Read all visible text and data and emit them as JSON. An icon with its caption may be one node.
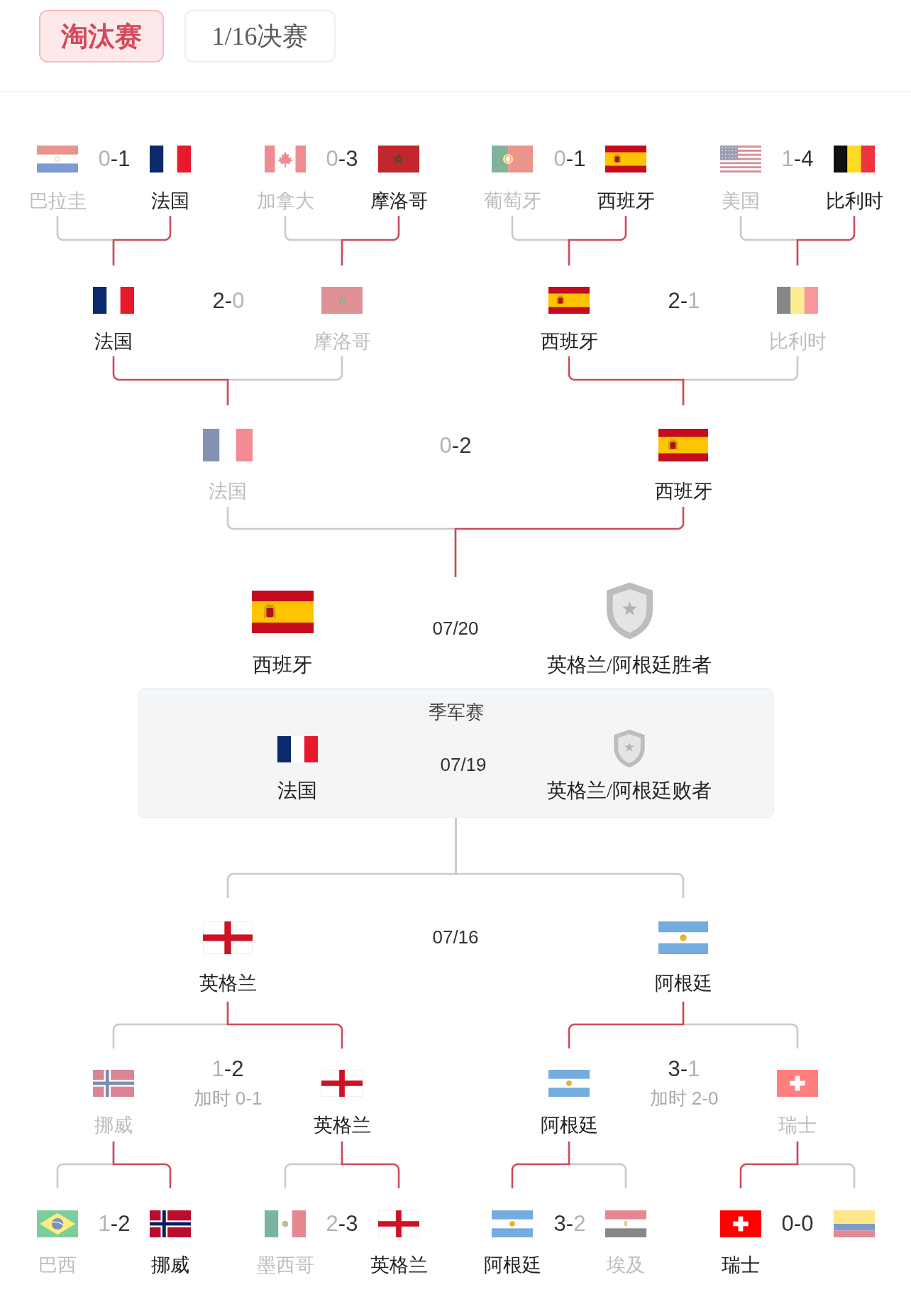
{
  "diagram": {
    "nodes": [
      {
        "text": [
          "巴拉圭"
        ]
      },
      {
        "text": [
          "法国"
        ]
      },
      {
        "text": [
          "加拿大"
        ]
      },
      {
        "text": [
          "摩洛哥"
        ]
      },
      {
        "text": [
          "葡萄牙"
        ]
      },
      {
        "text": [
          "西班牙"
        ]
      },
      {
        "text": [
          "美国"
        ]
      },
      {
        "text": [
          "比利时"
        ]
      },
      {
        "text": [
          "法国"
        ]
      },
      {
        "text": [
          "摩洛哥"
        ]
      },
      {
        "text": [
          "西班牙"
        ]
      },
      {
        "text": [
          "比利时"
        ]
      },
      {
        "text": [
          "法国"
        ]
      },
      {
        "text": [
          "西班牙"
        ]
      },
      {
        "text": [
          "07/20"
        ]
      },
      {
        "text": [
          "西班牙"
        ],
        "in": 14
      },
      {
        "text": [
          "英格兰/阿根廷胜者"
        ],
        "in": 14
      },
      {
        "text": [
          "季军赛",
          "07/19"
        ]
      },
      {
        "text": [
          "法国"
        ],
        "in": 17
      },
      {
        "text": [
          "英格兰/阿根廷败者"
        ],
        "in": 17
      },
      {
        "text": [
          "英格兰"
        ]
      },
      {
        "text": [
          "阿根廷"
        ]
      },
      {
        "text": [
          "挪威"
        ]
      },
      {
        "text": [
          "英格兰"
        ]
      },
      {
        "text": [
          "阿根廷"
        ]
      },
      {
        "text": [
          "瑞士"
        ]
      },
      {
        "text": [
          "巴西"
        ]
      },
      {
        "text": [
          "挪威"
        ]
      },
      {
        "text": [
          "墨西哥"
        ]
      },
      {
        "text": [
          "英格兰"
        ]
      },
      {
        "text": [
          "阿根廷"
        ]
      },
      {
        "text": [
          "埃及"
        ]
      },
      {
        "text": [
          "瑞士"
        ]
      },
      {
        "text": [],
        "shape": "flag"
      }
    ],
    "edges": [
      {
        "from": 0,
        "to": 8,
        "arrow": "none",
        "color": "#c9c9c9"
      },
      {
        "from": 1,
        "to": 8,
        "arrow": "none",
        "color": "#cf4b5b"
      },
      {
        "from": 2,
        "to": 9,
        "arrow": "none",
        "color": "#c9c9c9"
      },
      {
        "from": 3,
        "to": 9,
        "arrow": "none",
        "color": "#cf4b5b"
      },
      {
        "from": 4,
        "to": 10,
        "arrow": "none",
        "color": "#c9c9c9"
      },
      {
        "from": 5,
        "to": 10,
        "arrow": "none",
        "color": "#cf4b5b"
      },
      {
        "from": 6,
        "to": 11,
        "arrow": "none",
        "color": "#c9c9c9"
      },
      {
        "from": 7,
        "to": 11,
        "arrow": "none",
        "color": "#cf4b5b"
      },
      {
        "from": 8,
        "to": 12,
        "arrow": "none",
        "color": "#cf4b5b"
      },
      {
        "from": 9,
        "to": 12,
        "arrow": "none",
        "color": "#c9c9c9"
      },
      {
        "from": 10,
        "to": 13,
        "arrow": "none",
        "color": "#cf4b5b"
      },
      {
        "from": 11,
        "to": 13,
        "arrow": "none",
        "color": "#c9c9c9"
      },
      {
        "from": 12,
        "to": 14,
        "arrow": "none",
        "color": "#c9c9c9"
      },
      {
        "from": 13,
        "to": 14,
        "arrow": "none",
        "color": "#cf4b5b"
      },
      {
        "from": 20,
        "to": 17,
        "arrow": "none",
        "color": "#c9c9c9"
      },
      {
        "from": 21,
        "to": 17,
        "arrow": "none",
        "color": "#c9c9c9"
      },
      {
        "from": 22,
        "to": 20,
        "arrow": "none",
        "color": "#c9c9c9"
      },
      {
        "from": 23,
        "to": 20,
        "arrow": "none",
        "color": "#cf4b5b"
      },
      {
        "from": 24,
        "to": 21,
        "arrow": "none",
        "color": "#cf4b5b"
      },
      {
        "from": 25,
        "to": 21,
        "arrow": "none",
        "color": "#c9c9c9"
      },
      {
        "from": 26,
        "to": 22,
        "arrow": "none",
        "color": "#c9c9c9"
      },
      {
        "from": 27,
        "to": 22,
        "arrow": "none",
        "color": "#cf4b5b"
      },
      {
        "from": 28,
        "to": 23,
        "arrow": "none",
        "color": "#c9c9c9"
      },
      {
        "from": 29,
        "to": 23,
        "arrow": "none",
        "color": "#cf4b5b"
      },
      {
        "from": 30,
        "to": 24,
        "arrow": "none",
        "color": "#cf4b5b"
      },
      {
        "from": 31,
        "to": 24,
        "arrow": "none",
        "color": "#c9c9c9"
      },
      {
        "from": 32,
        "to": 25,
        "arrow": "none",
        "color": "#cf4b5b"
      },
      {
        "from": 33,
        "to": 25,
        "arrow": "none",
        "color": "#c9c9c9"
      }
    ],
    "labels": [
      "淘汰赛",
      "1/16决赛",
      "0-1",
      "0-3",
      "0-1",
      "1-4",
      "2-0",
      "2-1",
      "0-2",
      "07/16",
      "1-2",
      "加时 0-1",
      "3-1",
      "加时 2-0",
      "1-2",
      "2-3",
      "3-2",
      "0-0"
    ]
  }
}
